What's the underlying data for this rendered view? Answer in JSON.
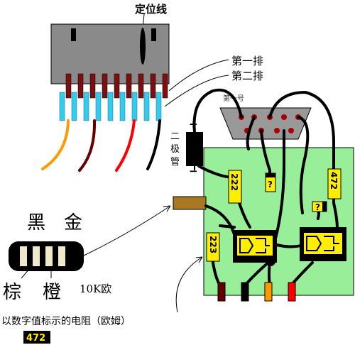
{
  "labels": {
    "positioning_line": "定位线",
    "row1": "第一排",
    "row2": "第二排",
    "diode": "二极管",
    "diode_plus": "+",
    "diode_minus": "−",
    "dsub_label": "第一号",
    "color_black": "黑",
    "color_gold": "金",
    "color_brown": "棕",
    "color_orange": "橙",
    "resistor_value": "10K欧",
    "numeric_caption": "以数字值标示的电阻（欧姆）",
    "numeric_example": "472"
  },
  "components": {
    "r_222": "222",
    "r_223": "223",
    "r_472": "472",
    "unknown_a": "?",
    "unknown_b": "?"
  },
  "colors": {
    "board": "#99ee99",
    "connector_gray": "#8a8a8a",
    "pin_dark_red": "#7a1010",
    "pin_cyan": "#33ccee",
    "chip_yellow": "#ffee00",
    "dsub_gray": "#999999",
    "wire_orange": "#ff9900",
    "wire_maroon": "#660000",
    "wire_red": "#ff0000",
    "wire_black": "#000000",
    "tab_brown": "#aa7722",
    "label_yellow": "#ffee00"
  }
}
